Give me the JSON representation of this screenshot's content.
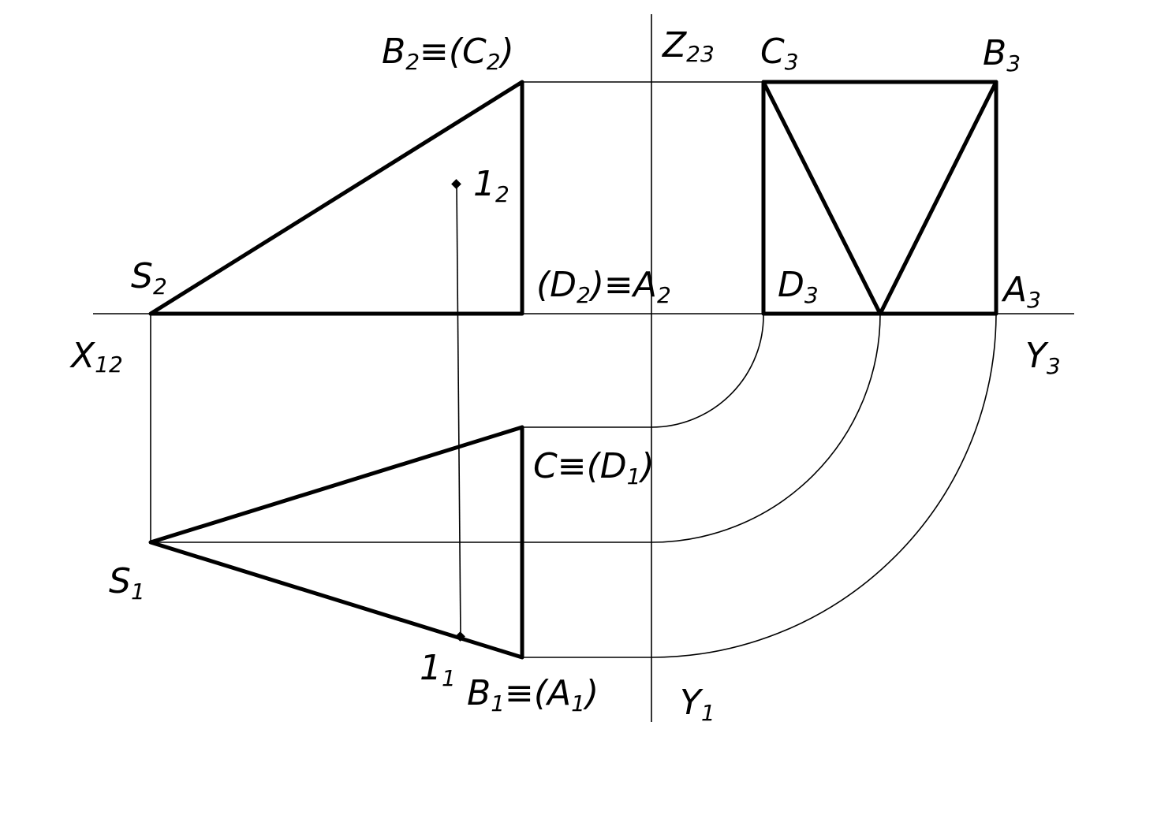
{
  "labels": {
    "b2c2": {
      "main": "B",
      "sub": "2",
      "rest": "≡(C",
      "sub2": "2",
      "tail": ")"
    },
    "z23": {
      "main": "Z",
      "sub": "23"
    },
    "c3": {
      "main": "C",
      "sub": "3"
    },
    "b3": {
      "main": "B",
      "sub": "3"
    },
    "one2": {
      "main": "1",
      "sub": "2"
    },
    "s2": {
      "main": "S",
      "sub": "2"
    },
    "d2a2": {
      "pre": "(D",
      "sub": "2",
      "mid": ")≡A",
      "sub2": "2"
    },
    "d3": {
      "main": "D",
      "sub": "3"
    },
    "a3": {
      "main": "A",
      "sub": "3"
    },
    "x12": {
      "main": "X",
      "sub": "12"
    },
    "y3": {
      "main": "Y",
      "sub": "3"
    },
    "cd1": {
      "pre": "C≡(D",
      "sub": "1",
      "tail": ")"
    },
    "s1": {
      "main": "S",
      "sub": "1"
    },
    "one1": {
      "main": "1",
      "sub": "1"
    },
    "b1a1": {
      "main": "B",
      "sub": "1",
      "rest": "≡(A",
      "sub2": "1",
      "tail": ")"
    },
    "y1": {
      "main": "Y",
      "sub": "1"
    }
  }
}
